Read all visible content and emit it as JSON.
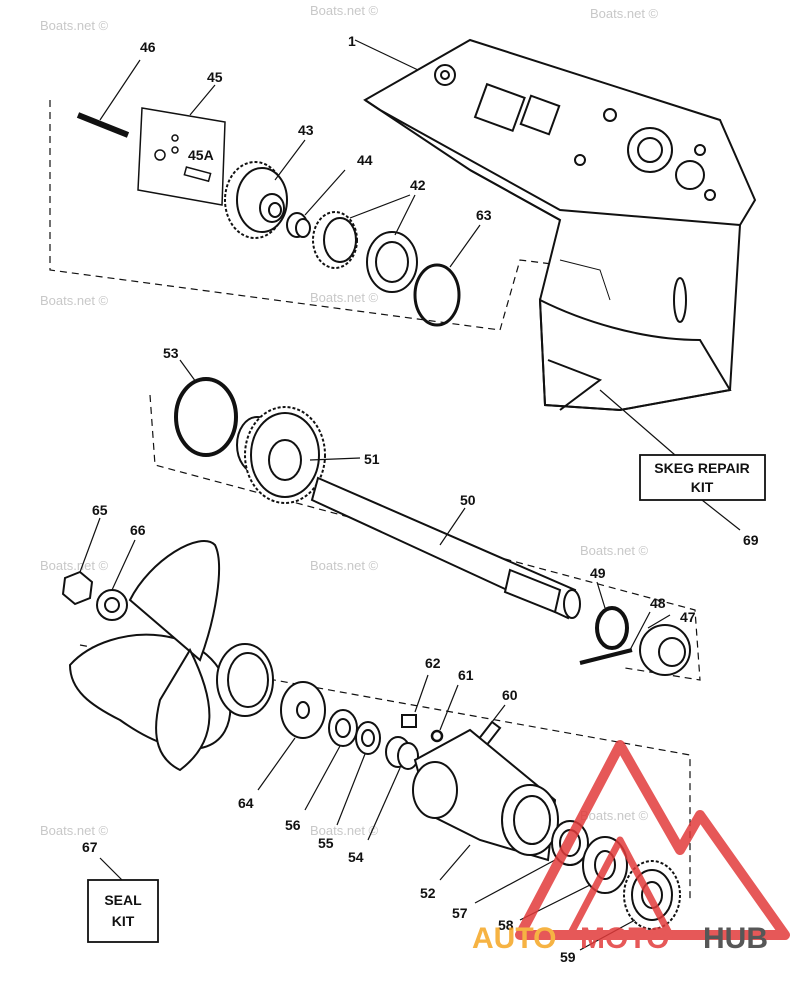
{
  "diagram_type": "exploded parts diagram",
  "watermark_text": "Boats.net ©",
  "part_numbers": {
    "p1": "1",
    "p42": "42",
    "p43": "43",
    "p44": "44",
    "p45": "45",
    "p45a": "45A",
    "p46": "46",
    "p47": "47",
    "p48": "48",
    "p49": "49",
    "p50": "50",
    "p51": "51",
    "p52": "52",
    "p53": "53",
    "p54": "54",
    "p55": "55",
    "p56": "56",
    "p57": "57",
    "p58": "58",
    "p59": "59",
    "p60": "60",
    "p61": "61",
    "p62": "62",
    "p63": "63",
    "p64": "64",
    "p65": "65",
    "p66": "66",
    "p67": "67",
    "p69": "69"
  },
  "kits": {
    "skeg_line1": "SKEG REPAIR",
    "skeg_line2": "KIT",
    "seal_line1": "SEAL",
    "seal_line2": "KIT"
  },
  "logo": {
    "text_auto": "AUTO",
    "text_moto": "MOTO",
    "text_hub": "HUB",
    "color_primary": "#e23b3b",
    "color_accent": "#f5a623",
    "color_dark": "#3a3a3a"
  },
  "colors": {
    "ink": "#111111",
    "watermark": "#c8c8c8"
  }
}
